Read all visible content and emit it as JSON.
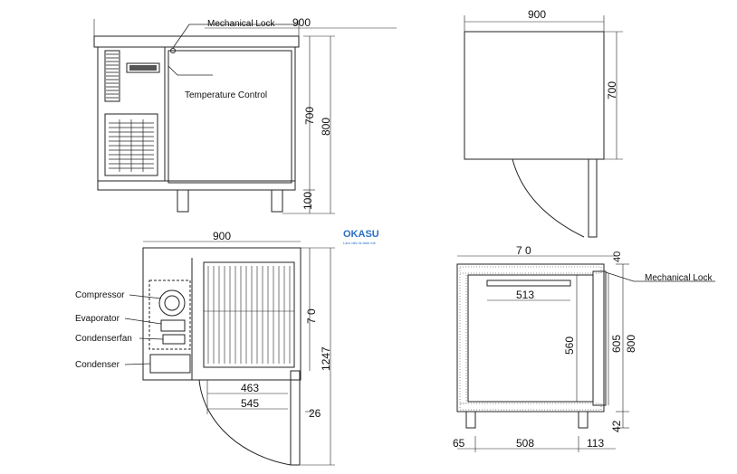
{
  "brand": {
    "logo_text": "OKASU",
    "logo_tagline": "Làm việc là đam mê"
  },
  "callouts": {
    "mechanical_lock_front": "Mechanical Lock",
    "temperature_control": "Temperature Control",
    "compressor": "Compressor",
    "evaporator": "Evaporator",
    "condenser_fan": "Condenserfan",
    "condenser": "Condenser",
    "mechanical_lock_side": "Mechanical Lock"
  },
  "dimensions": {
    "front_width": "900",
    "front_body_height": "700",
    "front_total_height": "800",
    "front_leg_height": "100",
    "side_width": "900",
    "side_height": "700",
    "top_width": "900",
    "top_depth": "7 0",
    "top_depth_open": "1247",
    "door_inner_463": "463",
    "door_inner_545": "545",
    "door_thickness": "26",
    "section_depth": "7 0",
    "section_top": "40",
    "shelf_width": "513",
    "inner_height": "560",
    "door_height": "605",
    "section_total_height": "800",
    "section_leg": "42",
    "leg_left": "65",
    "leg_span": "508",
    "leg_right": "113"
  }
}
